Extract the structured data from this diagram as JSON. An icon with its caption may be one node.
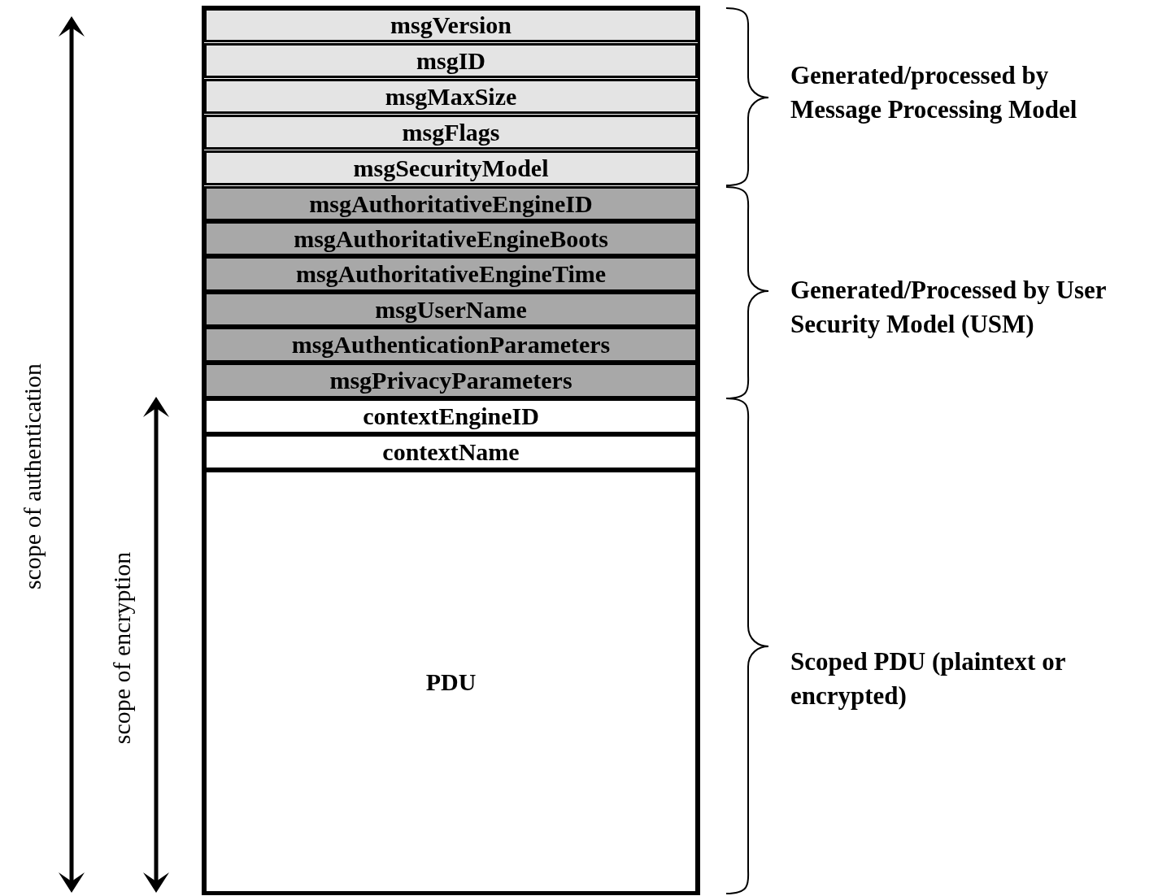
{
  "diagram": {
    "nodes": [
      {
        "text": [
          "msgVersion"
        ]
      },
      {
        "text": [
          "msgID"
        ]
      },
      {
        "text": [
          "msgMaxSize"
        ]
      },
      {
        "text": [
          "msgFlags"
        ]
      },
      {
        "text": [
          "msgSecurityModel"
        ]
      },
      {
        "text": [
          "msgAuthoritativeEngineID"
        ]
      },
      {
        "text": [
          "msgAuthoritativeEngineBoots"
        ]
      },
      {
        "text": [
          "msgAuthoritativeEngineTime"
        ]
      },
      {
        "text": [
          "msgUserName"
        ]
      },
      {
        "text": [
          "msgAuthenticationParameters"
        ]
      },
      {
        "text": [
          "msgPrivacyParameters"
        ]
      },
      {
        "text": [
          "contextEngineID"
        ]
      },
      {
        "text": [
          "contextName"
        ]
      },
      {
        "text": [
          "PDU"
        ]
      }
    ],
    "labels": [
      "Generated/processed by Message Processing Model",
      "Generated/Processed by User Security Model (USM)",
      "Scoped PDU (plaintext or encrypted)",
      "scope of authentication",
      "scope of encryption"
    ]
  }
}
